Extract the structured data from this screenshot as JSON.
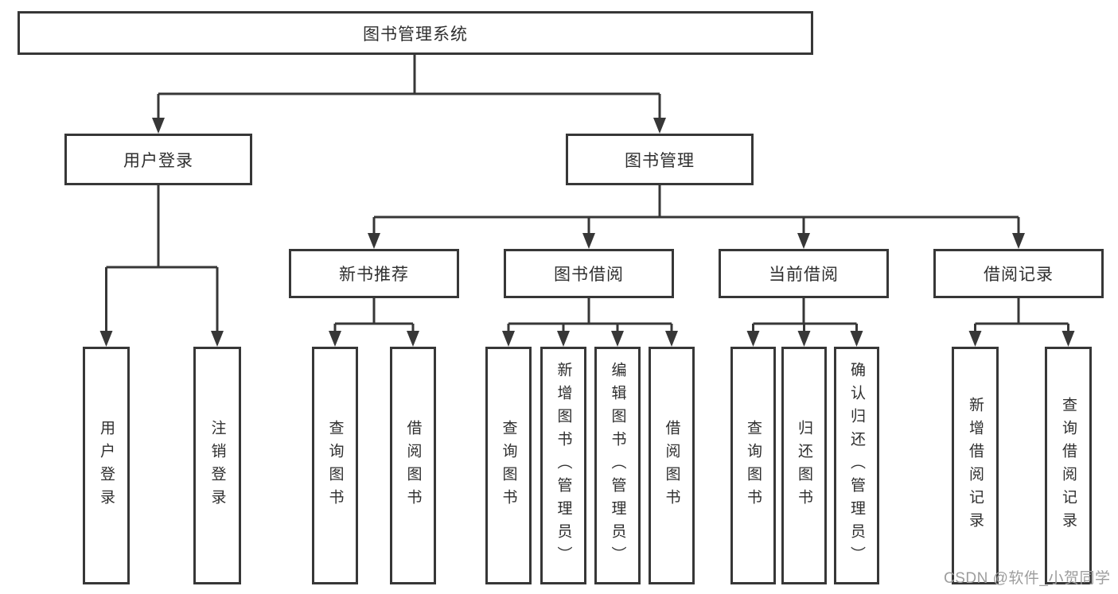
{
  "watermark": "CSDN @软件_小贺同学",
  "colors": {
    "line": "#373737",
    "text": "#2f2f2f",
    "watermark": "#9d9d9d",
    "background": "#ffffff"
  },
  "diagram": {
    "root": {
      "label": "图书管理系统"
    },
    "branches": [
      {
        "label": "用户登录",
        "children": [
          {
            "label": "用户登录"
          },
          {
            "label": "注销登录"
          }
        ]
      },
      {
        "label": "图书管理",
        "children": [
          {
            "label": "新书推荐",
            "children": [
              {
                "label": "查询图书"
              },
              {
                "label": "借阅图书"
              }
            ]
          },
          {
            "label": "图书借阅",
            "children": [
              {
                "label": "查询图书"
              },
              {
                "label": "新增图书（管理员）"
              },
              {
                "label": "编辑图书（管理员）"
              },
              {
                "label": "借阅图书"
              }
            ]
          },
          {
            "label": "当前借阅",
            "children": [
              {
                "label": "查询图书"
              },
              {
                "label": "归还图书"
              },
              {
                "label": "确认归还（管理员）"
              }
            ]
          },
          {
            "label": "借阅记录",
            "children": [
              {
                "label": "新增借阅记录"
              },
              {
                "label": "查询借阅记录"
              }
            ]
          }
        ]
      }
    ]
  }
}
